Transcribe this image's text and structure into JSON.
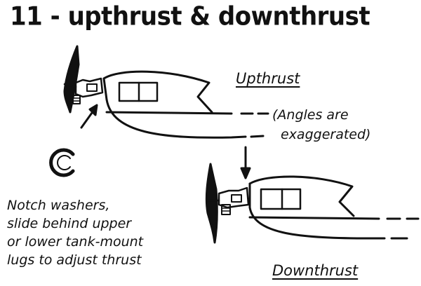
{
  "title": "11 - upthrust & downthrust",
  "labels": {
    "upthrust": "Upthrust",
    "downthrust": "Downthrust"
  },
  "notes": {
    "angles": [
      "(Angles are",
      "exaggerated)"
    ],
    "washers": [
      "Notch washers,",
      "slide behind upper",
      "or lower tank-mount",
      "lugs to adjust thrust"
    ]
  },
  "icons": [
    "propeller-icon",
    "engine-icon",
    "notch-washer-icon",
    "arrow-icon"
  ]
}
